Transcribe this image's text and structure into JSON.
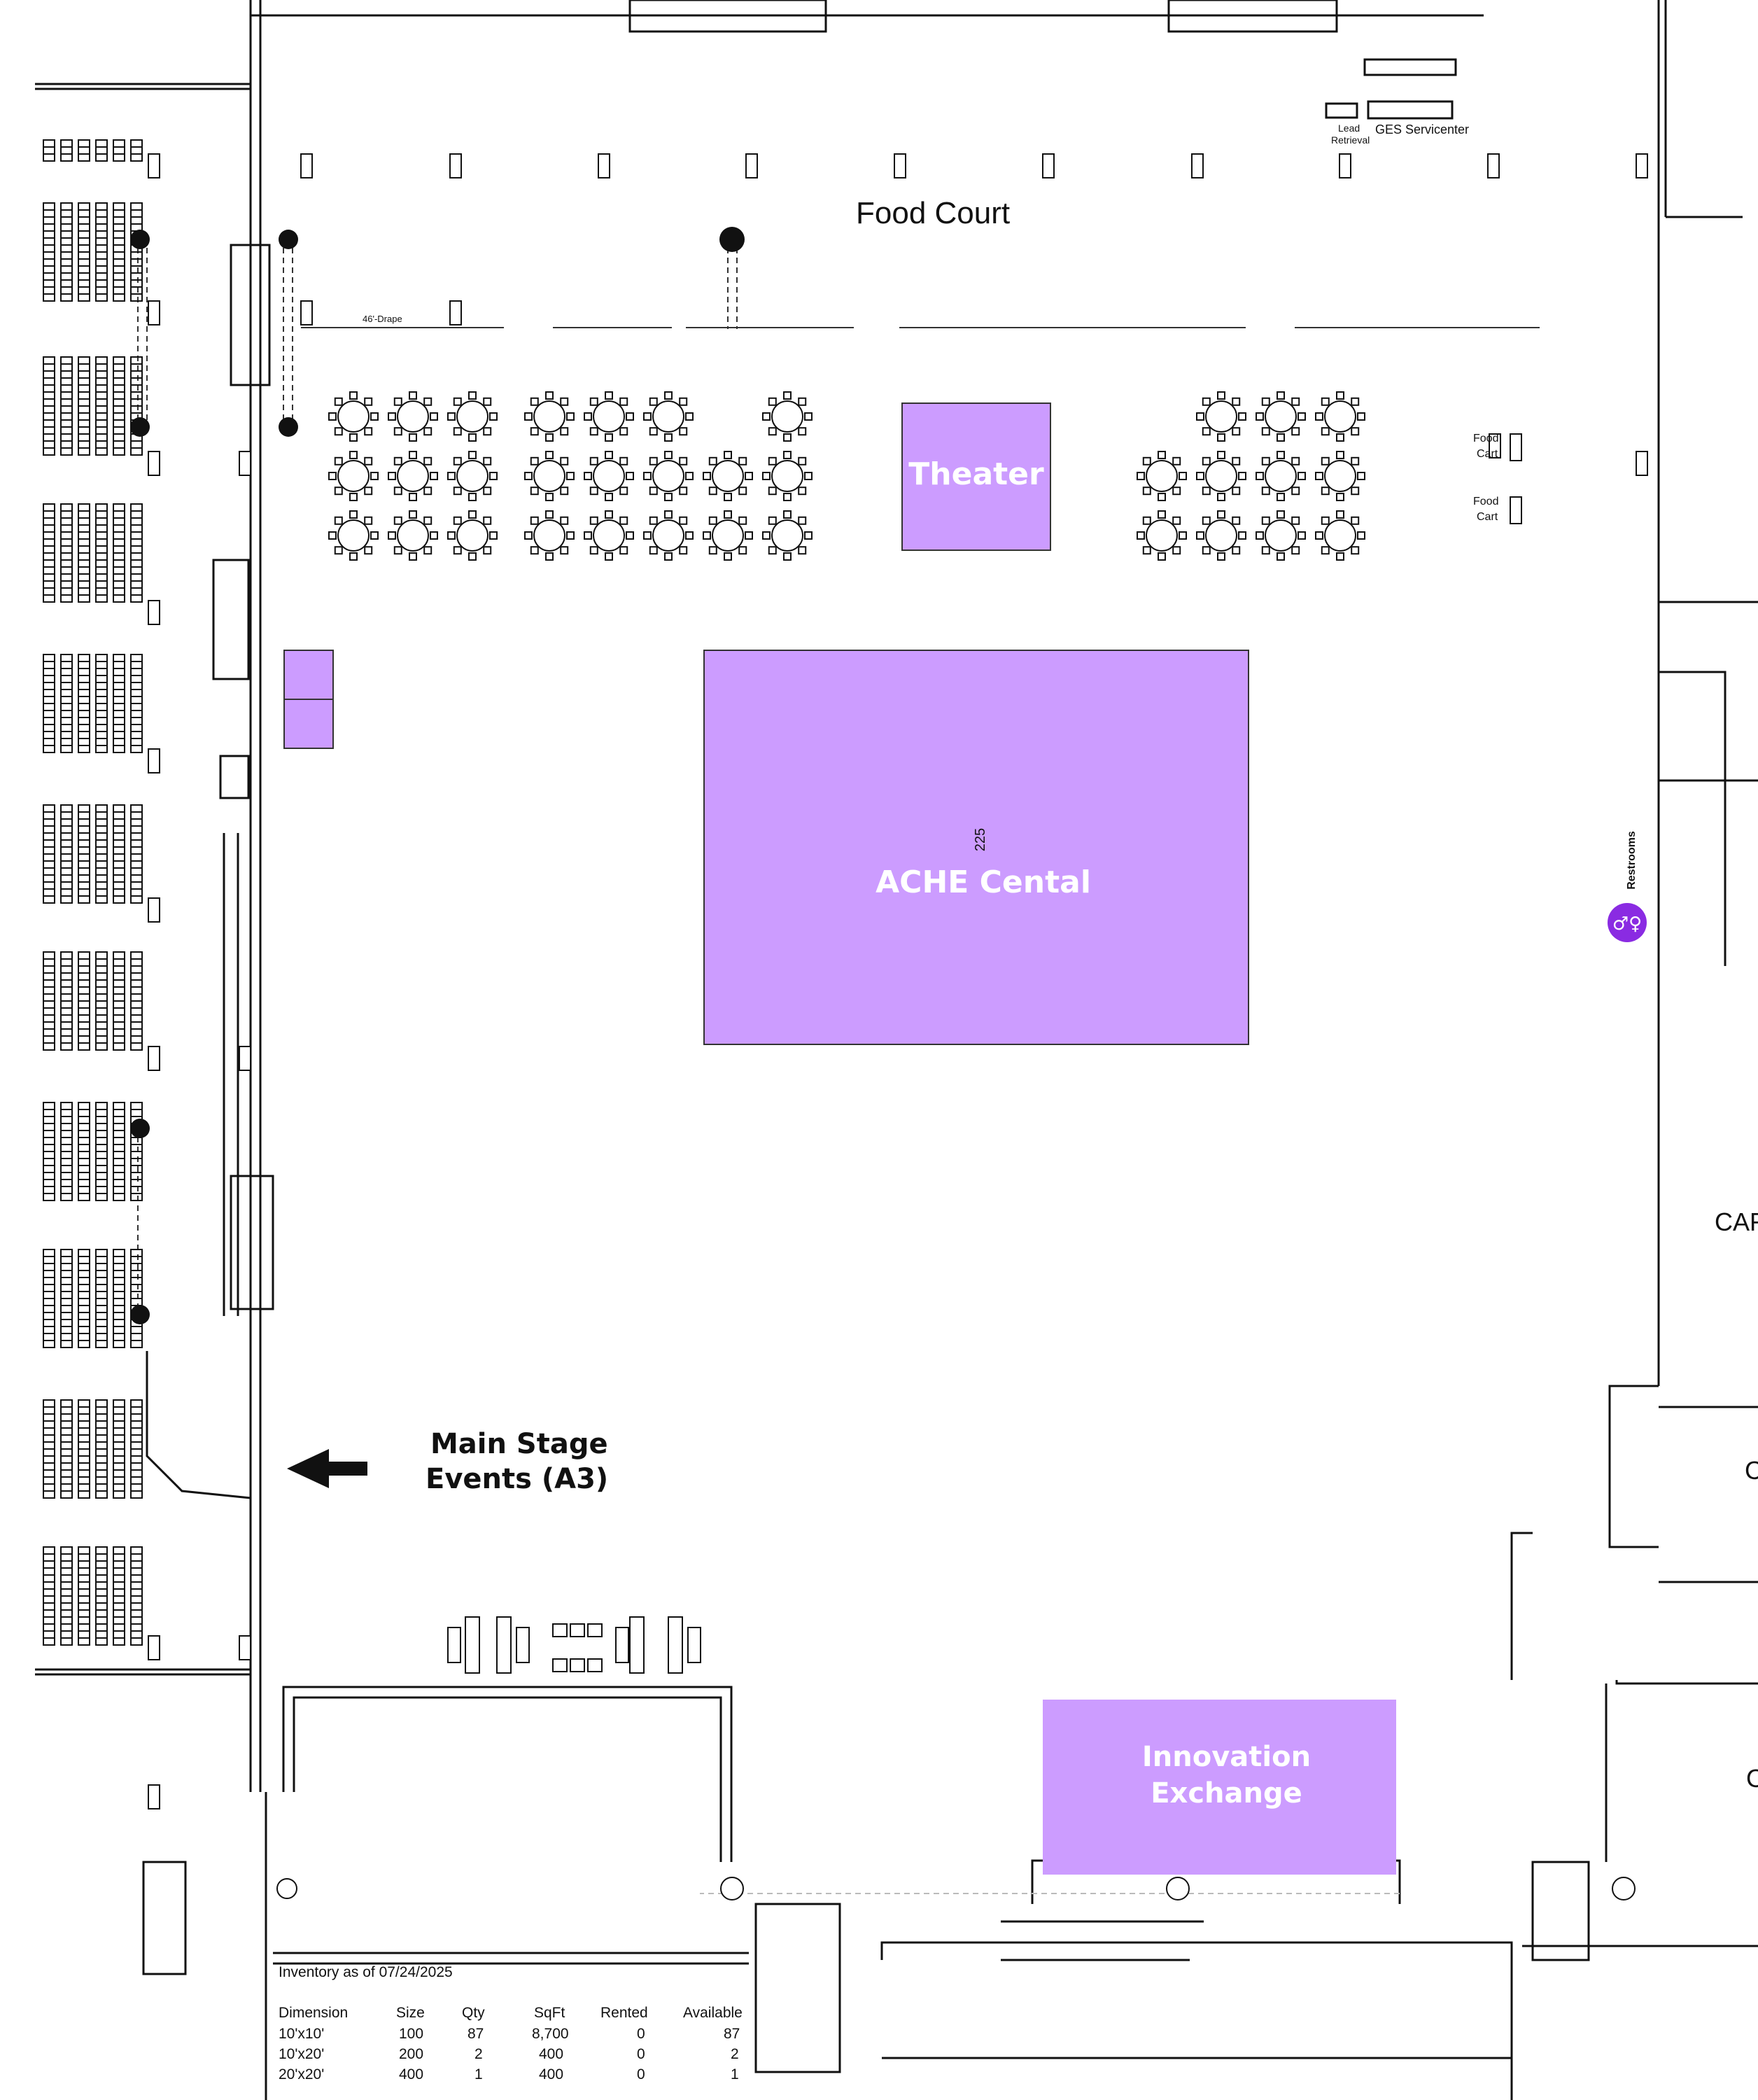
{
  "map": {
    "areas": {
      "food_court": "Food Court",
      "lead_retrieval": [
        "Lead",
        "Retrieval"
      ],
      "ges_servicenter": "GES Servicenter",
      "drape_note": "46'-Drape",
      "food_cart_1": [
        "Food",
        "Cart"
      ],
      "food_cart_2": [
        "Food",
        "Cart"
      ],
      "main_stage": [
        "Main Stage",
        "Events (A3)"
      ],
      "restrooms": "Restrooms",
      "partial_cafe": "CAF",
      "partial_c1": "C",
      "partial_c2": "C"
    },
    "booths": {
      "theater": {
        "label": "Theater",
        "color": "#cc9cff"
      },
      "ache_central": {
        "label": "ACHE Cental",
        "number": "225",
        "color": "#cc9cff"
      },
      "innovation_exchange": {
        "label": [
          "Innovation",
          "Exchange"
        ],
        "color": "#cc9cff"
      },
      "small_booth": {
        "color": "#cc9cff"
      }
    },
    "icons": {
      "restrooms": "restroom-icon",
      "arrow": "arrow-left-icon"
    },
    "colors": {
      "booth_fill": "#cc9cff",
      "restroom_badge": "#8a2be2",
      "lines": "#111111"
    }
  },
  "inventory": {
    "caption": "Inventory as of 07/24/2025",
    "columns": [
      "Dimension",
      "Size",
      "Qty",
      "SqFt",
      "Rented",
      "Available"
    ],
    "rows": [
      [
        "10'x10'",
        "100",
        "87",
        "8,700",
        "0",
        "87"
      ],
      [
        "10'x20'",
        "200",
        "2",
        "400",
        "0",
        "2"
      ],
      [
        "20'x20'",
        "400",
        "1",
        "400",
        "0",
        "1"
      ]
    ]
  }
}
